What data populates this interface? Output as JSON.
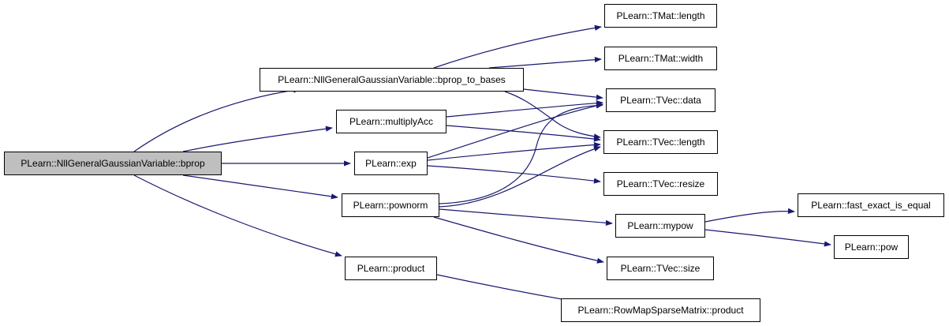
{
  "diagram": {
    "edge_color": "#191970",
    "root_fill": "#bfbfbf",
    "nodes": [
      {
        "id": "bprop",
        "label": "PLearn::NllGeneralGaussianVariable::bprop",
        "root": true
      },
      {
        "id": "bprop_to_bases",
        "label": "PLearn::NllGeneralGaussianVariable::bprop_to_bases"
      },
      {
        "id": "multiplyAcc",
        "label": "PLearn::multiplyAcc"
      },
      {
        "id": "exp",
        "label": "PLearn::exp"
      },
      {
        "id": "pownorm",
        "label": "PLearn::pownorm"
      },
      {
        "id": "product",
        "label": "PLearn::product"
      },
      {
        "id": "tmat_length",
        "label": "PLearn::TMat::length"
      },
      {
        "id": "tmat_width",
        "label": "PLearn::TMat::width"
      },
      {
        "id": "tvec_data",
        "label": "PLearn::TVec::data"
      },
      {
        "id": "tvec_length",
        "label": "PLearn::TVec::length"
      },
      {
        "id": "tvec_resize",
        "label": "PLearn::TVec::resize"
      },
      {
        "id": "mypow",
        "label": "PLearn::mypow"
      },
      {
        "id": "tvec_size",
        "label": "PLearn::TVec::size"
      },
      {
        "id": "rowmap_product",
        "label": "PLearn::RowMapSparseMatrix::product"
      },
      {
        "id": "fast_exact_is_equal",
        "label": "PLearn::fast_exact_is_equal"
      },
      {
        "id": "pow",
        "label": "PLearn::pow"
      }
    ],
    "edges": [
      {
        "from": "bprop",
        "to": "bprop_to_bases"
      },
      {
        "from": "bprop",
        "to": "multiplyAcc"
      },
      {
        "from": "bprop",
        "to": "exp"
      },
      {
        "from": "bprop",
        "to": "pownorm"
      },
      {
        "from": "bprop",
        "to": "product"
      },
      {
        "from": "bprop_to_bases",
        "to": "tmat_length"
      },
      {
        "from": "bprop_to_bases",
        "to": "tmat_width"
      },
      {
        "from": "bprop_to_bases",
        "to": "tvec_data"
      },
      {
        "from": "bprop_to_bases",
        "to": "tvec_length"
      },
      {
        "from": "multiplyAcc",
        "to": "tvec_data"
      },
      {
        "from": "multiplyAcc",
        "to": "tvec_length"
      },
      {
        "from": "exp",
        "to": "tvec_data"
      },
      {
        "from": "exp",
        "to": "tvec_length"
      },
      {
        "from": "exp",
        "to": "tvec_resize"
      },
      {
        "from": "pownorm",
        "to": "tvec_data"
      },
      {
        "from": "pownorm",
        "to": "tvec_length"
      },
      {
        "from": "pownorm",
        "to": "mypow"
      },
      {
        "from": "pownorm",
        "to": "tvec_size"
      },
      {
        "from": "product",
        "to": "rowmap_product"
      },
      {
        "from": "mypow",
        "to": "fast_exact_is_equal"
      },
      {
        "from": "mypow",
        "to": "pow"
      }
    ]
  }
}
